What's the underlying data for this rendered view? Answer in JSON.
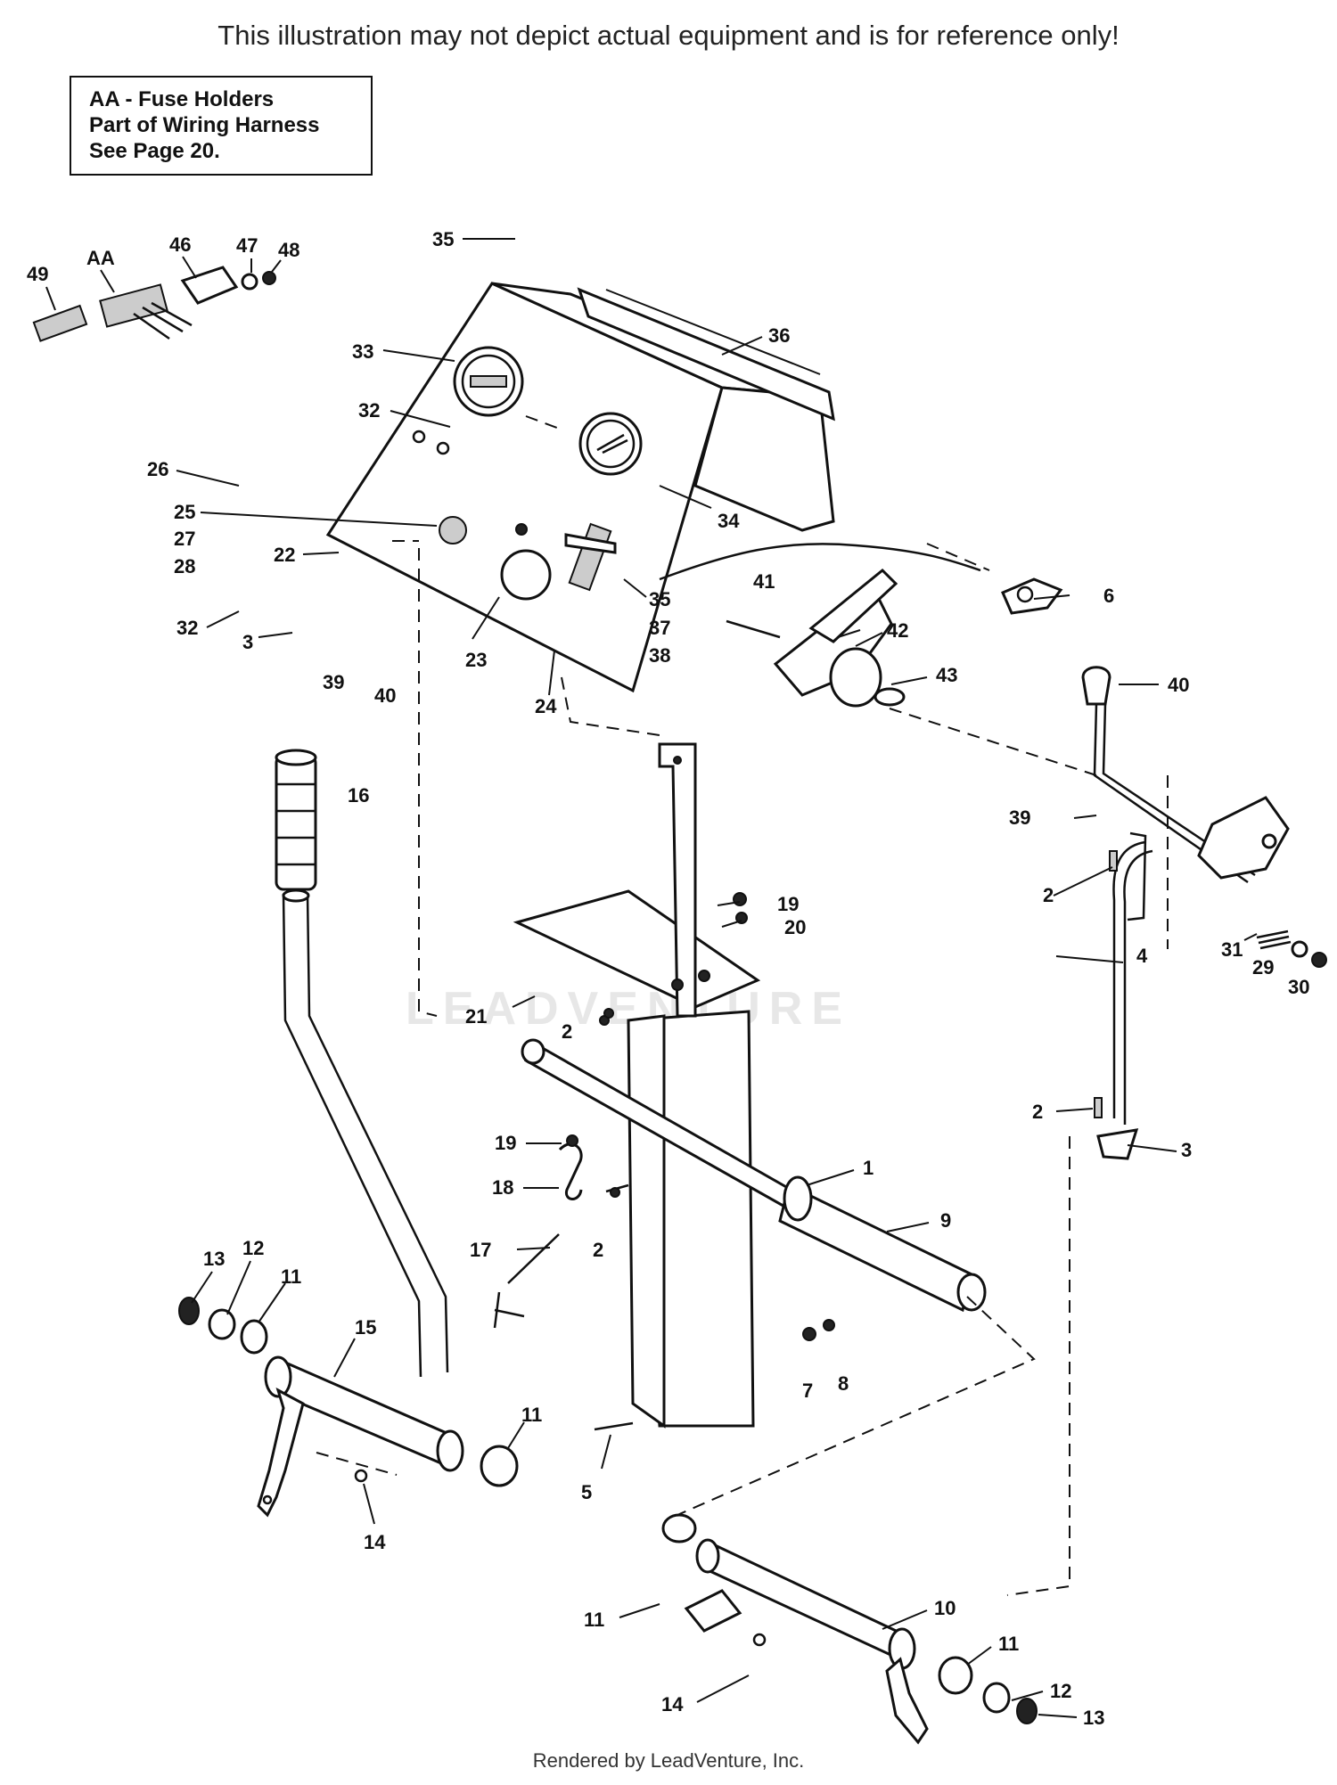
{
  "disclaimer": "This illustration may not depict actual equipment and is for reference only!",
  "note": {
    "line1": "AA - Fuse Holders",
    "line2": "Part of Wiring Harness",
    "line3": "See Page 20."
  },
  "watermark": "LEADVENTURE",
  "footer": "Rendered by LeadVenture, Inc.",
  "callouts": {
    "c35a": "35",
    "c36": "36",
    "c33": "33",
    "c32a": "32",
    "c26": "26",
    "c25": "25",
    "c27": "27",
    "c28": "28",
    "c22": "22",
    "c32b": "32",
    "c3a": "3",
    "c39a": "39",
    "c40a": "40",
    "c23": "23",
    "c24": "24",
    "c35b": "35",
    "c37": "37",
    "c38": "38",
    "c34": "34",
    "c41": "41",
    "c42": "42",
    "c43": "43",
    "c6": "6",
    "c40b": "40",
    "c39b": "39",
    "c2a": "2",
    "c31": "31",
    "c29": "29",
    "c30": "30",
    "c4": "4",
    "c2b": "2",
    "c3b": "3",
    "c16": "16",
    "c19a": "19",
    "c20": "20",
    "c21": "21",
    "c2c": "2",
    "c19b": "19",
    "c18": "18",
    "c2d": "2",
    "c17": "17",
    "c1": "1",
    "c9": "9",
    "c7": "7",
    "c8": "8",
    "c13a": "13",
    "c12a": "12",
    "c11a": "11",
    "c15": "15",
    "c11b": "11",
    "c14a": "14",
    "c5": "5",
    "c11c": "11",
    "c10": "10",
    "c14b": "14",
    "c11d": "11",
    "c12b": "12",
    "c13b": "13",
    "c49": "49",
    "cAA": "AA",
    "c46": "46",
    "c47": "47",
    "c48": "48"
  }
}
